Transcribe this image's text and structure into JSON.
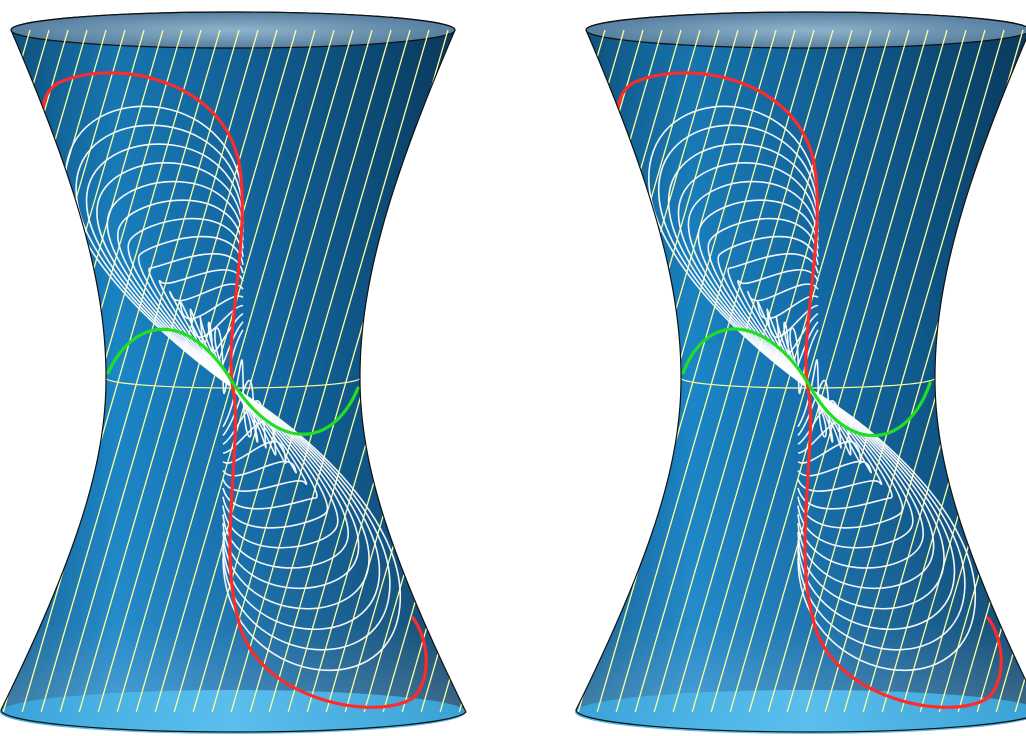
{
  "figure": {
    "panels": [
      {
        "id": "left",
        "ruling_slope": 0.29,
        "curve_tilt": 1.0,
        "red_offset": 0.0
      },
      {
        "id": "right",
        "ruling_slope": 0.29,
        "curve_tilt": -1.0,
        "red_offset": 0.0
      }
    ]
  },
  "colors": {
    "surface_dark": "#0d4f7d",
    "surface_mid": "#1b7fc0",
    "surface_light": "#49b6ea",
    "rim_inner": "#4f7fa0",
    "ruling": "#ffff9a",
    "red_curve": "#ff2a2a",
    "green_curve": "#22dd22",
    "white_curve": "#ffffff",
    "outline": "#111111"
  }
}
